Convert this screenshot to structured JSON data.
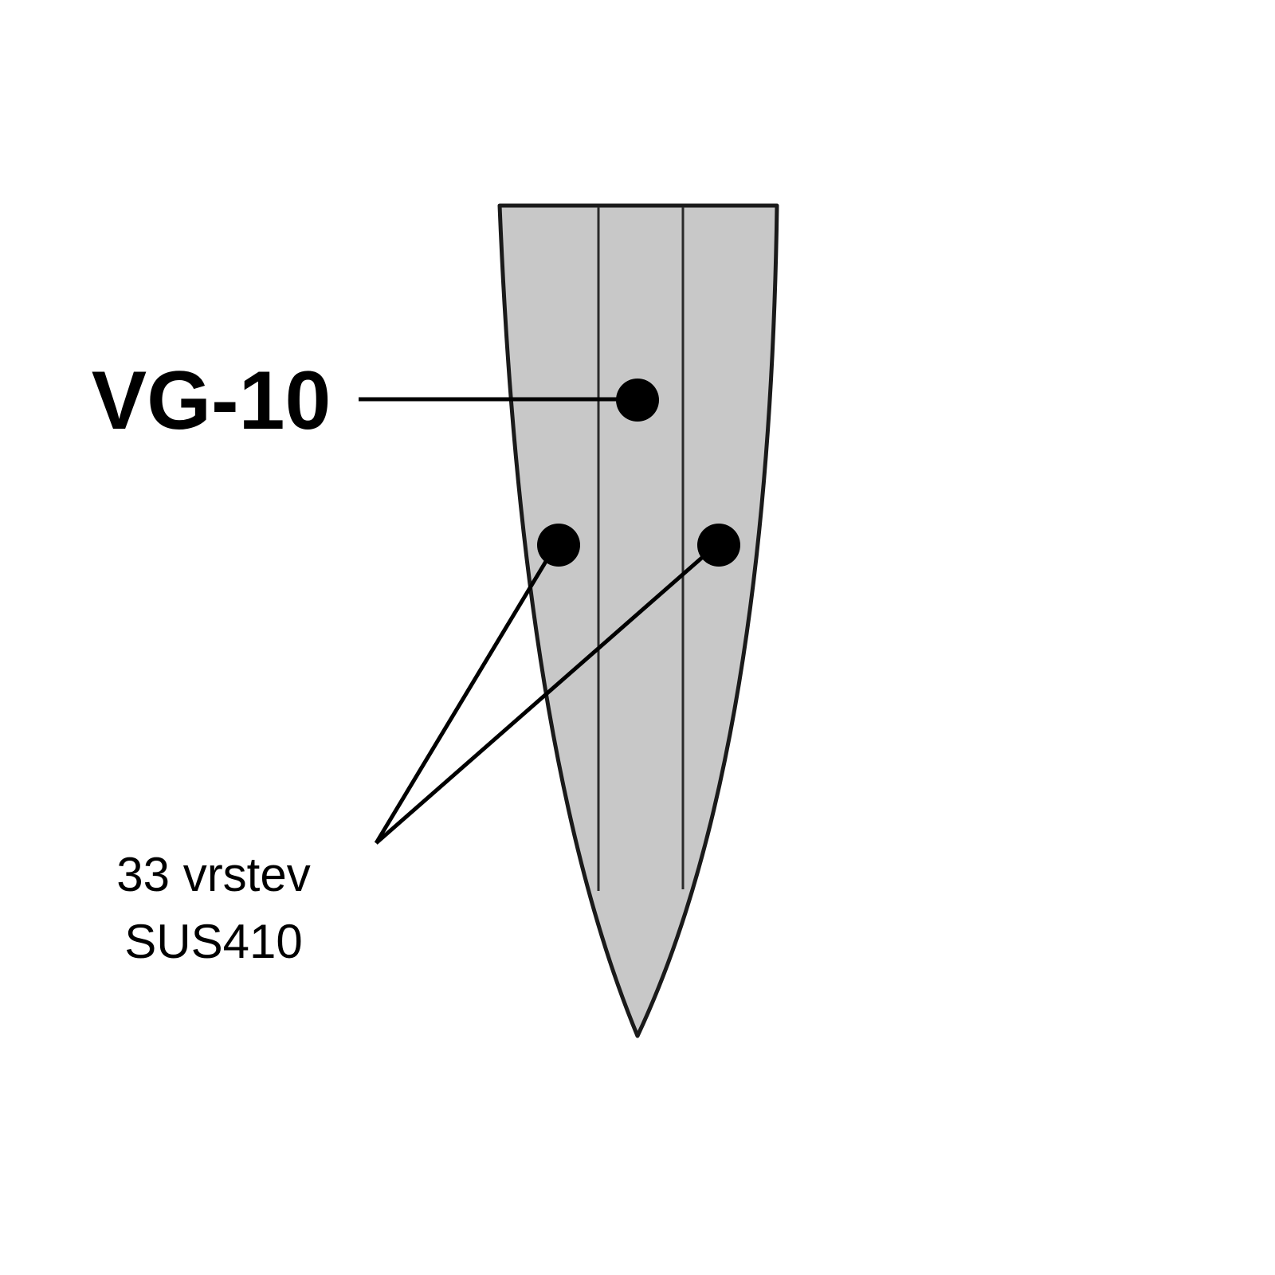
{
  "diagram": {
    "core_label": "VG-10",
    "cladding_label_line1": "33 vrstev",
    "cladding_label_line2": "SUS410",
    "colors": {
      "blade_fill": "#c8c8c8",
      "outline": "#1a1a1a",
      "marker": "#000000",
      "background": "#ffffff"
    }
  }
}
